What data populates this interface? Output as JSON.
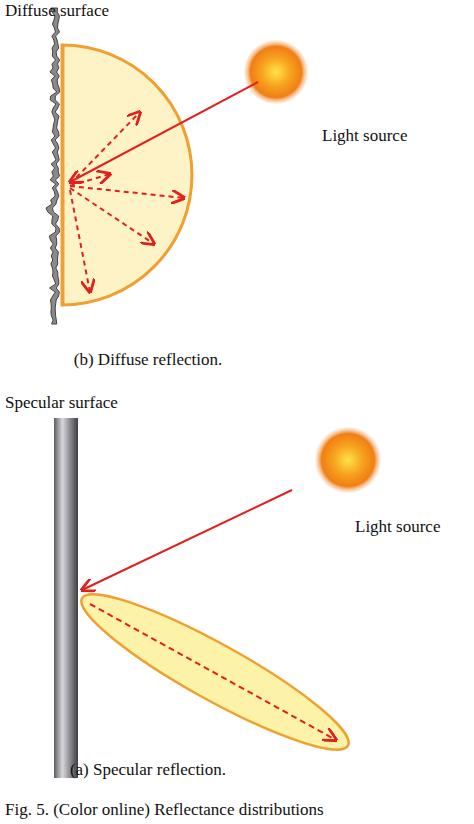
{
  "diagram": {
    "caption": "Fig. 5. (Color online) Reflectance distributions",
    "labels": [
      "Diffuse surface",
      "Light source",
      "(b) Diffuse reflection.",
      "Specular surface",
      "Light source",
      "(a) Specular reflection."
    ]
  }
}
